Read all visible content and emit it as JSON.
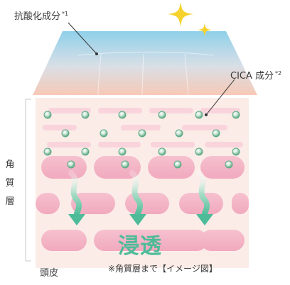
{
  "labels": {
    "antioxidant": "抗酸化成分",
    "antioxidant_note": "*1",
    "cica": "CICA 成分",
    "cica_note": "*2",
    "stratum": "角質層",
    "scalp": "頭皮",
    "note": "※角質層まで【イメージ図】",
    "penetration": "浸透"
  },
  "colors": {
    "top_layer": "#8fd0ea",
    "cell_light": "#f9d4dc",
    "cell_pink": "#f2b0c3",
    "dot_green": "#5faa84",
    "arrow_green": "#4dbb98",
    "sparkle": "#f5d22c",
    "bracket": "#c8c8c8"
  }
}
